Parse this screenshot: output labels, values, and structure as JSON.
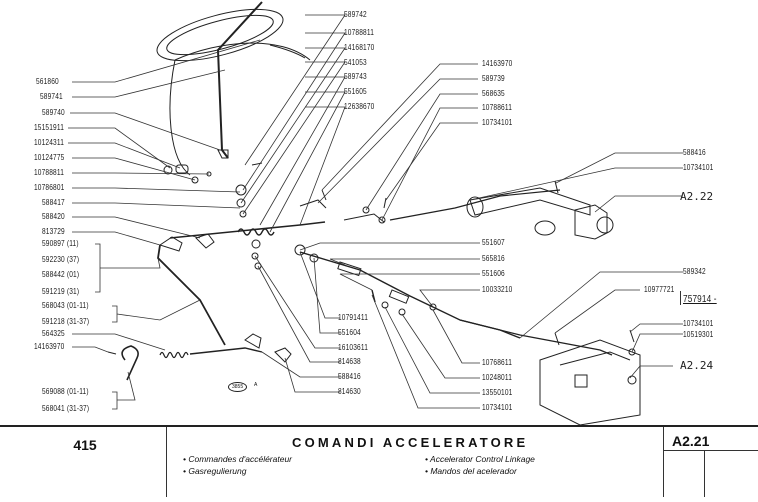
{
  "diagram": {
    "labels_left": [
      {
        "code": "561860"
      },
      {
        "code": "589741"
      },
      {
        "code": "589740"
      },
      {
        "code": "15151911"
      },
      {
        "code": "10124311"
      },
      {
        "code": "10124775"
      },
      {
        "code": "10788811"
      },
      {
        "code": "10786801"
      },
      {
        "code": "588417"
      },
      {
        "code": "588420"
      },
      {
        "code": "813729"
      },
      {
        "code": "590897",
        "variant": "(11)"
      },
      {
        "code": "592230",
        "variant": "(37)"
      },
      {
        "code": "588442",
        "variant": "(01)"
      },
      {
        "code": "591219",
        "variant": "(31)"
      },
      {
        "code": "568043",
        "variant": "(01-11)"
      },
      {
        "code": "591218",
        "variant": "(31-37)"
      },
      {
        "code": "564325"
      },
      {
        "code": "14163970"
      },
      {
        "code": "569088",
        "variant": "(01-11)"
      },
      {
        "code": "568041",
        "variant": "(31-37)"
      }
    ],
    "labels_top": [
      {
        "code": "589742"
      },
      {
        "code": "10788811"
      },
      {
        "code": "14168170"
      },
      {
        "code": "541053"
      },
      {
        "code": "589743"
      },
      {
        "code": "551605"
      },
      {
        "code": "12638670"
      }
    ],
    "labels_top_right": [
      {
        "code": "14163970"
      },
      {
        "code": "589739"
      },
      {
        "code": "568635"
      },
      {
        "code": "10788611"
      },
      {
        "code": "10734101"
      }
    ],
    "labels_right": [
      {
        "code": "588416"
      },
      {
        "code": "10734101"
      },
      {
        "code": "589342"
      },
      {
        "code": "10977721"
      },
      {
        "code": "757914 -"
      },
      {
        "code": "10734101"
      },
      {
        "code": "10519301"
      }
    ],
    "labels_mid": [
      {
        "code": "551607"
      },
      {
        "code": "565816"
      },
      {
        "code": "551606"
      },
      {
        "code": "10033210"
      }
    ],
    "labels_center_bottom": [
      {
        "code": "10791411"
      },
      {
        "code": "551604"
      },
      {
        "code": "16103611"
      },
      {
        "code": "814638"
      },
      {
        "code": "588416"
      },
      {
        "code": "814630"
      }
    ],
    "labels_bottom_right": [
      {
        "code": "10768611"
      },
      {
        "code": "10248011"
      },
      {
        "code": "13550101"
      },
      {
        "code": "10734101"
      }
    ],
    "cross_refs": [
      {
        "text": "A2.22"
      },
      {
        "text": "A2.24"
      }
    ],
    "stamp": {
      "text": "3855",
      "suffix": "A"
    }
  },
  "footer": {
    "page_number": "415",
    "title": "COMANDI ACCELERATORE",
    "subtitles": [
      "• Commandes d'accélérateur",
      "• Gasregulierung",
      "• Accelerator Control Linkage",
      "• Mandos del acelerador"
    ],
    "reference": "A2.21"
  }
}
